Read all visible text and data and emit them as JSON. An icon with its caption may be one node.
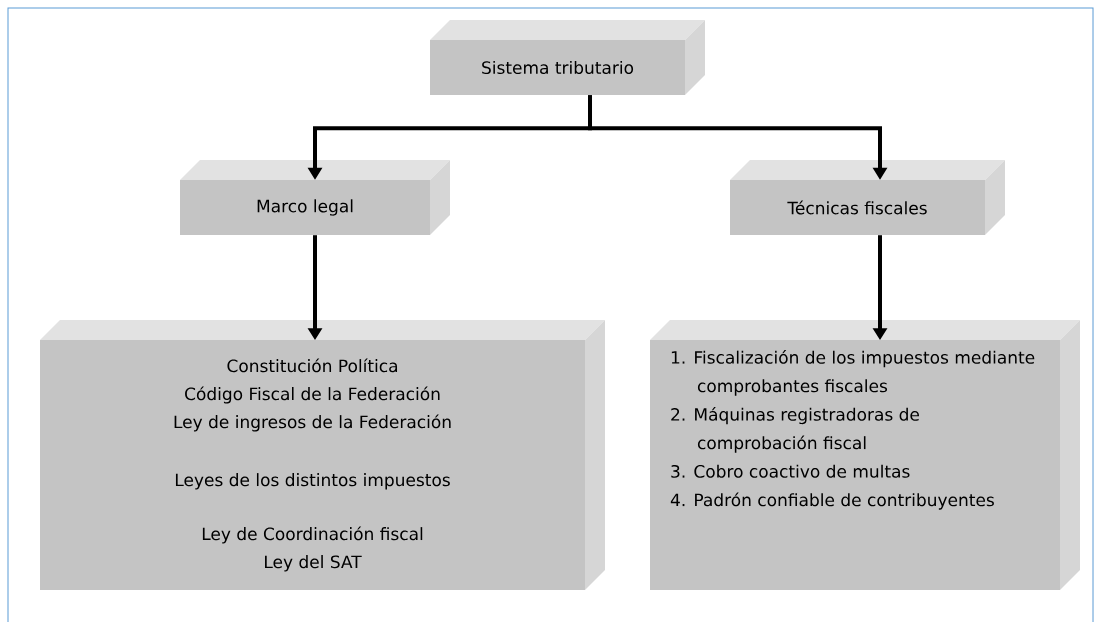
{
  "diagram": {
    "nodes": [
      {
        "text": [
          "Sistema tributario"
        ]
      },
      {
        "text": [
          "Marco legal"
        ]
      },
      {
        "text": [
          "Técnicas fiscales"
        ]
      },
      {
        "text": [
          "Constitución Política",
          "Código Fiscal de la Federación",
          "Ley de ingresos de la Federación",
          "Leyes de los distintos impuestos",
          "Ley de Coordinación fiscal",
          "Ley del SAT"
        ]
      },
      {
        "text": [
          "1. Fiscalización de los impuestos mediante comprobantes fiscales",
          "2. Máquinas registradoras de comprobación fiscal",
          "3. Cobro coactivo de multas",
          "4. Padrón confiable de contribuyentes"
        ]
      }
    ],
    "edges": [
      {
        "from": 0,
        "to": 1,
        "arrow": "to"
      },
      {
        "from": 0,
        "to": 2,
        "arrow": "to"
      },
      {
        "from": 1,
        "to": 3,
        "arrow": "to"
      },
      {
        "from": 2,
        "to": 4,
        "arrow": "to"
      }
    ]
  }
}
